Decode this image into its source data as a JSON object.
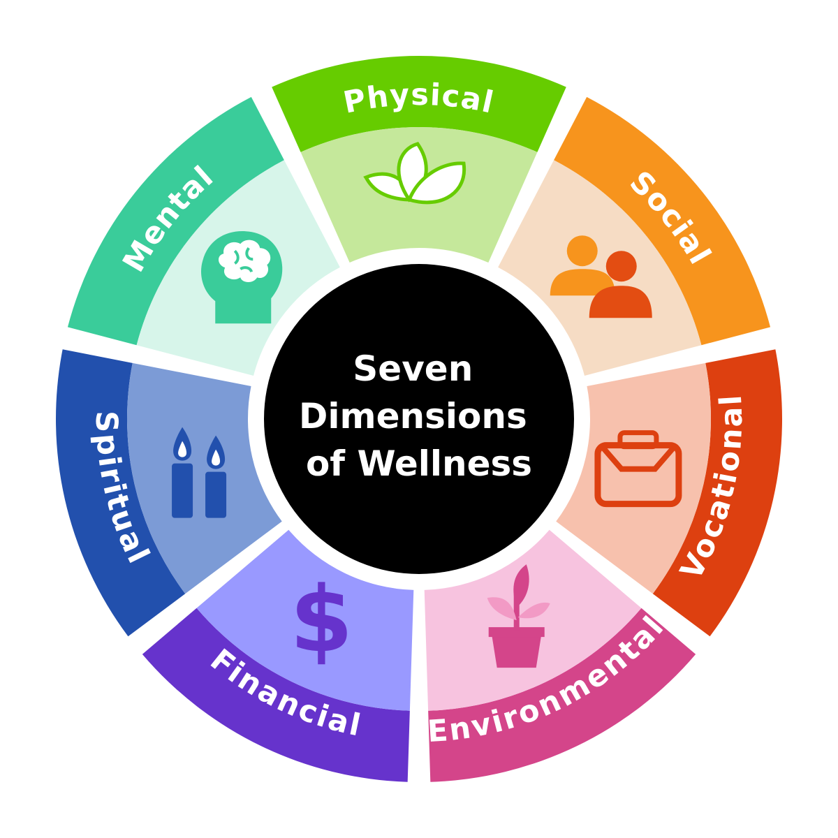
{
  "center": {
    "lines": [
      "Seven",
      "Dimensions",
      "of Wellness"
    ],
    "color": "#000000"
  },
  "segments": [
    {
      "key": "physical",
      "label": "Physical",
      "icon": "leaves-icon",
      "outer": "#66cc00",
      "inner": "#c5e89b",
      "accent": "#66cc00"
    },
    {
      "key": "social",
      "label": "Social",
      "icon": "people-icon",
      "outer": "#f7941d",
      "inner": "#f6dcc4",
      "accent": "#f7941d"
    },
    {
      "key": "vocational",
      "label": "Vocational",
      "icon": "briefcase-icon",
      "outer": "#dd4010",
      "inner": "#f7c1ad",
      "accent": "#dd4010"
    },
    {
      "key": "environmental",
      "label": "Environmental",
      "icon": "plant-pot-icon",
      "outer": "#d4458a",
      "inner": "#f7c3df",
      "accent": "#d4458a"
    },
    {
      "key": "financial",
      "label": "Financial",
      "icon": "dollar-icon",
      "outer": "#6633cc",
      "inner": "#9999ff",
      "accent": "#6633cc"
    },
    {
      "key": "spiritual",
      "label": "Spiritual",
      "icon": "candles-icon",
      "outer": "#2250ad",
      "inner": "#7c9bd6",
      "accent": "#2250ad"
    },
    {
      "key": "mental",
      "label": "Mental",
      "icon": "head-brain-icon",
      "outer": "#3acc9a",
      "inner": "#d7f5ea",
      "accent": "#3acc9a"
    }
  ]
}
